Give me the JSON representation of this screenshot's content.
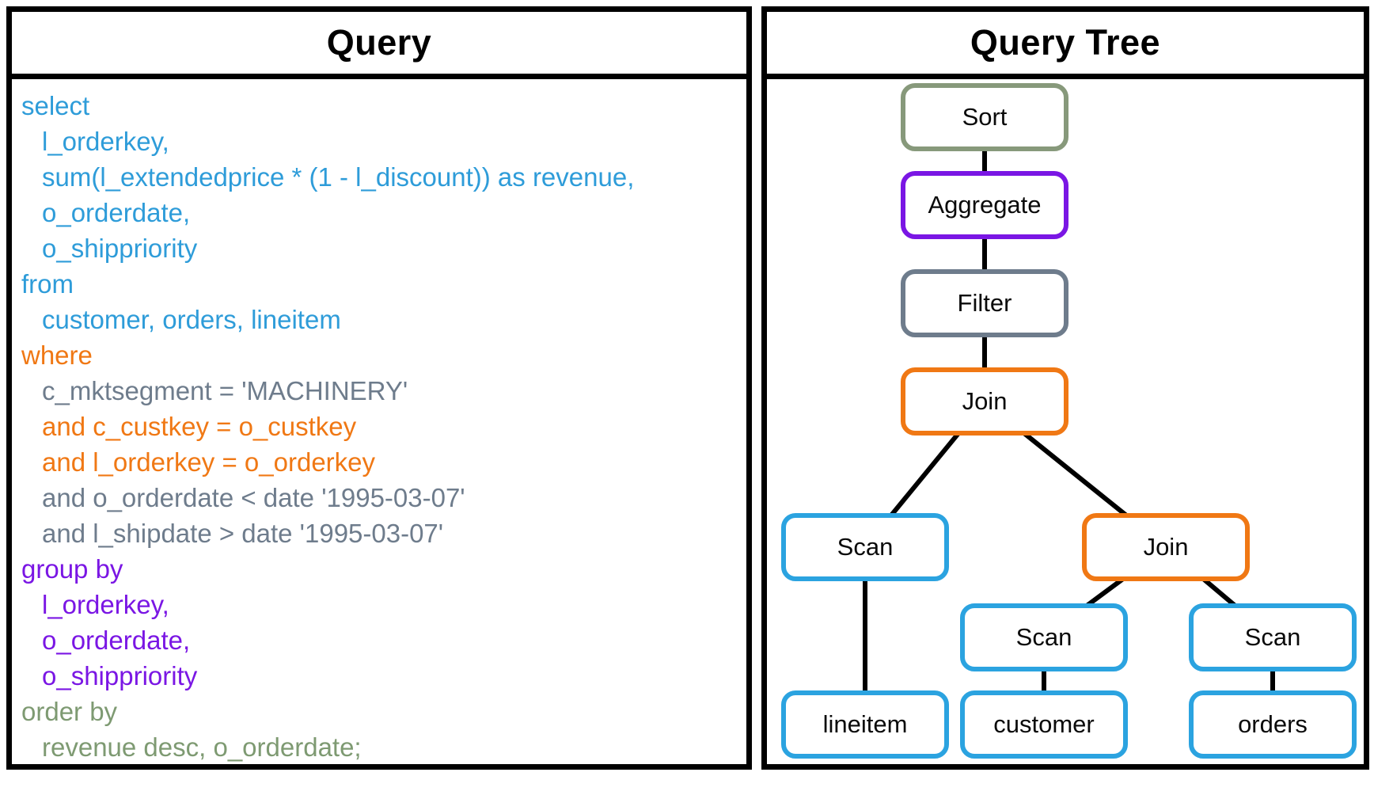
{
  "colors": {
    "blue": "#2E9CD9",
    "orange": "#F07814",
    "gray": "#6E7C8C",
    "purple": "#7A16E4",
    "olive": "#7E9A72",
    "sage_border": "#87997B",
    "node_blue": "#2BA3E0",
    "frame_black": "#000000"
  },
  "query_panel": {
    "title": "Query",
    "lines": [
      {
        "text": "select",
        "color": "blue",
        "indent": false
      },
      {
        "text": "l_orderkey,",
        "color": "blue",
        "indent": true
      },
      {
        "text": "sum(l_extendedprice * (1 - l_discount)) as revenue,",
        "color": "blue",
        "indent": true
      },
      {
        "text": "o_orderdate,",
        "color": "blue",
        "indent": true
      },
      {
        "text": "o_shippriority",
        "color": "blue",
        "indent": true
      },
      {
        "text": "from",
        "color": "blue",
        "indent": false
      },
      {
        "text": "customer, orders, lineitem",
        "color": "blue",
        "indent": true
      },
      {
        "text": "where",
        "color": "orange",
        "indent": false
      },
      {
        "text": "c_mktsegment = 'MACHINERY'",
        "color": "gray",
        "indent": true
      },
      {
        "text": "and c_custkey = o_custkey",
        "color": "orange",
        "indent": true
      },
      {
        "text": "and l_orderkey = o_orderkey",
        "color": "orange",
        "indent": true
      },
      {
        "text": "and o_orderdate < date '1995-03-07'",
        "color": "gray",
        "indent": true
      },
      {
        "text": "and l_shipdate > date '1995-03-07'",
        "color": "gray",
        "indent": true
      },
      {
        "text": "group by",
        "color": "purple",
        "indent": false
      },
      {
        "text": "l_orderkey,",
        "color": "purple",
        "indent": true
      },
      {
        "text": "o_orderdate,",
        "color": "purple",
        "indent": true
      },
      {
        "text": "o_shippriority",
        "color": "purple",
        "indent": true
      },
      {
        "text": "order by",
        "color": "olive",
        "indent": false
      },
      {
        "text": "revenue desc, o_orderdate;",
        "color": "olive",
        "indent": true
      }
    ]
  },
  "tree_panel": {
    "title": "Query Tree"
  },
  "tree": {
    "nodes": [
      {
        "label": "Sort",
        "operator": "sort",
        "color": "sage_border"
      },
      {
        "label": "Aggregate",
        "operator": "aggregate",
        "color": "purple"
      },
      {
        "label": "Filter",
        "operator": "filter",
        "color": "gray"
      },
      {
        "label": "Join",
        "operator": "join",
        "color": "orange"
      },
      {
        "label": "Scan",
        "operator": "scan",
        "color": "node_blue"
      },
      {
        "label": "Join",
        "operator": "join",
        "color": "orange"
      },
      {
        "label": "Scan",
        "operator": "scan",
        "color": "node_blue"
      },
      {
        "label": "Scan",
        "operator": "scan",
        "color": "node_blue"
      },
      {
        "label": "lineitem",
        "operator": "table",
        "color": "node_blue"
      },
      {
        "label": "customer",
        "operator": "table",
        "color": "node_blue"
      },
      {
        "label": "orders",
        "operator": "table",
        "color": "node_blue"
      }
    ],
    "edges": [
      [
        0,
        1
      ],
      [
        1,
        2
      ],
      [
        2,
        3
      ],
      [
        3,
        4
      ],
      [
        3,
        5
      ],
      [
        5,
        6
      ],
      [
        5,
        7
      ],
      [
        4,
        8
      ],
      [
        6,
        9
      ],
      [
        7,
        10
      ]
    ]
  }
}
